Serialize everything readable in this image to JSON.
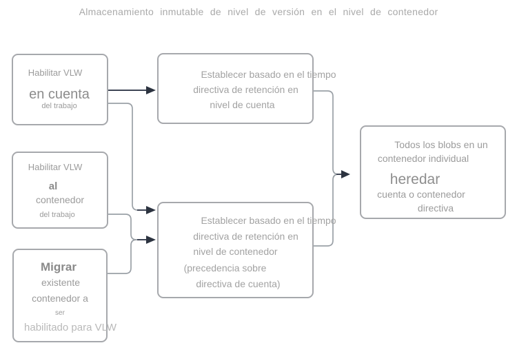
{
  "title": "Almacenamiento inmutable de nivel de versión en el nivel de contenedor",
  "colors": {
    "background": "#ffffff",
    "box_border": "#a6a8ac",
    "connector_line": "#9aa0a6",
    "arrow_line_dark": "#3d4454",
    "arrow_head": "#2c3340",
    "text_primary": "#9b9b9b",
    "text_emphasis": "#8c8c8c",
    "text_faint": "#b9b9b9",
    "title_color": "#a9a9a9"
  },
  "boxes": {
    "enable_vlw_account": {
      "lines": [
        "Habilitar VLW",
        "en cuenta",
        "del trabajo"
      ]
    },
    "enable_vlw_container": {
      "lines": [
        "Habilitar VLW",
        "al",
        "contenedor",
        "del trabajo"
      ]
    },
    "migrate_existing_container": {
      "lines": [
        "Migrar",
        "existente",
        "contenedor a",
        "ser",
        "habilitado para VLW"
      ]
    },
    "account_retention_policy": {
      "lines": [
        "Establecer basado en el tiempo",
        "directiva de retención en",
        "nivel de cuenta"
      ]
    },
    "container_retention_policy": {
      "lines": [
        "Establecer basado en el tiempo",
        "directiva de retención en",
        "nivel de contenedor",
        "(precedencia sobre",
        "directiva de cuenta)"
      ]
    },
    "blobs_inherit_policy": {
      "lines": [
        "Todos los blobs en un",
        "contenedor individual",
        "heredar",
        "cuenta o contenedor",
        "directiva"
      ]
    }
  },
  "edges": [
    {
      "from": "enable_vlw_account",
      "to": "account_retention_policy"
    },
    {
      "from": "enable_vlw_account",
      "to": "container_retention_policy"
    },
    {
      "from": "enable_vlw_container",
      "to": "container_retention_policy"
    },
    {
      "from": "migrate_existing_container",
      "to": "container_retention_policy"
    },
    {
      "from": "account_retention_policy",
      "to": "blobs_inherit_policy"
    },
    {
      "from": "container_retention_policy",
      "to": "blobs_inherit_policy"
    }
  ]
}
